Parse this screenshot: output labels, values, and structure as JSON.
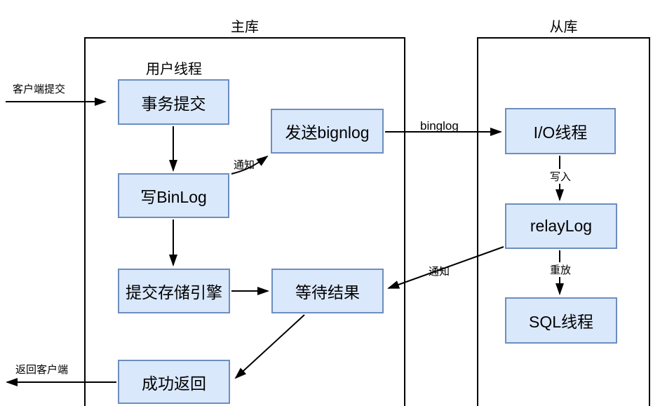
{
  "diagram": {
    "colors": {
      "node_fill": "#dae8fc",
      "node_border": "#6c8ebf",
      "line": "#000000",
      "background": "#ffffff"
    },
    "master": {
      "title": "主库",
      "user_thread_label": "用户线程",
      "nodes": {
        "transaction_commit": "事务提交",
        "write_binlog": "写BinLog",
        "commit_storage_engine": "提交存储引擎",
        "success_return": "成功返回",
        "send_binlog": "发送bignlog",
        "wait_result": "等待结果"
      }
    },
    "slave": {
      "title": "从库",
      "nodes": {
        "io_thread": "I/O线程",
        "relay_log": "relayLog",
        "sql_thread": "SQL线程"
      }
    },
    "edge_labels": {
      "client_submit": "客户端提交",
      "notify_to_send": "通知",
      "binglog": "binglog",
      "write_in": "写入",
      "replay": "重放",
      "notify_to_wait": "通知",
      "return_to_client": "返回客户端"
    }
  }
}
